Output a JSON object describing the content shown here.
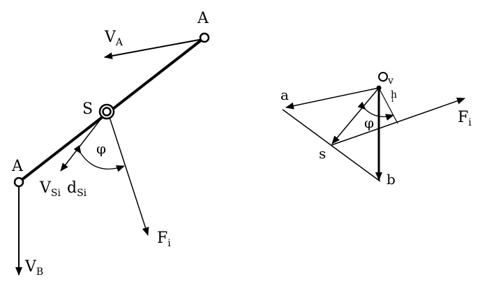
{
  "left_diagram": {
    "point_top": "A",
    "point_bottom": "A",
    "point_s": "S",
    "v_a_main": "V",
    "v_a_sub": "A",
    "v_b_main": "V",
    "v_b_sub": "B",
    "v_si_main": "V",
    "v_si_sub": "Si",
    "d_si_main": "d",
    "d_si_sub": "Si",
    "phi": "φ",
    "f_i_main": "F",
    "f_i_sub": "i"
  },
  "right_diagram": {
    "pole_main": "O",
    "pole_sub": "v",
    "point_a": "a",
    "point_b": "b",
    "point_s": "s",
    "h_main": "h",
    "h_sub": "i",
    "phi": "φ",
    "f_i_main": "F",
    "f_i_sub": "i"
  }
}
